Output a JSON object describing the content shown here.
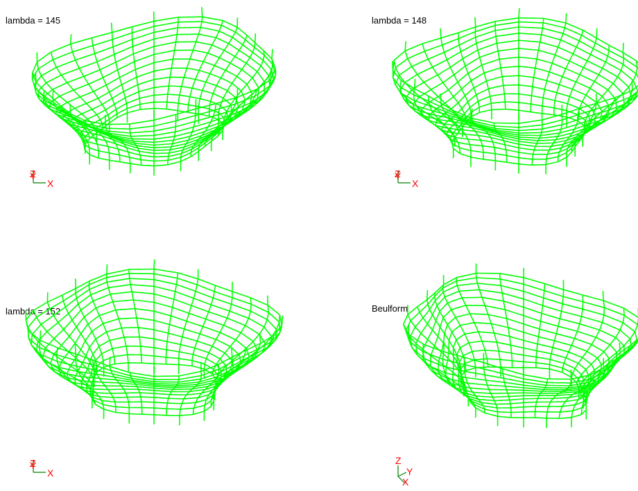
{
  "colors": {
    "mesh": "#00ff00",
    "axis_label": "#ff0000",
    "axis_z": "#ff0000",
    "axis_x_line": "#008000",
    "background": "#ffffff"
  },
  "panels": [
    {
      "title": "lambda = 145",
      "triad": {
        "z": "Z",
        "y": "Y",
        "x": "X",
        "overlap": true
      }
    },
    {
      "title": "lambda = 148",
      "triad": {
        "z": "Z",
        "y": "Y",
        "x": "X",
        "overlap": true
      }
    },
    {
      "title": "lambda = 152",
      "triad": {
        "z": "Z",
        "y": "Y",
        "x": "X",
        "overlap": true
      }
    },
    {
      "title": "Beulform",
      "triad": {
        "z": "Z",
        "y": "Y",
        "x": "X",
        "overlap": false
      }
    }
  ]
}
